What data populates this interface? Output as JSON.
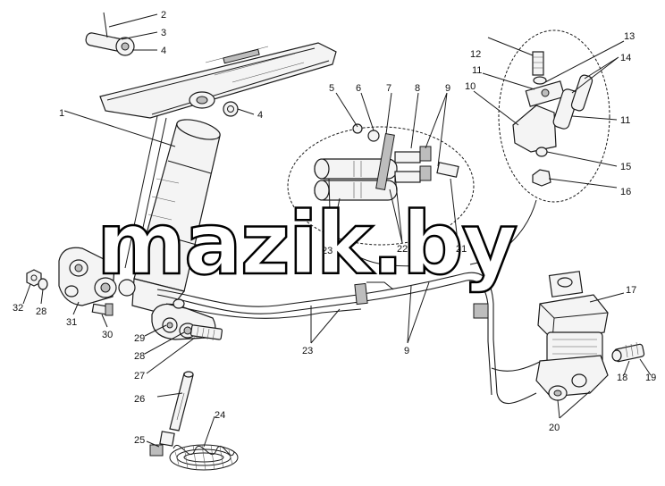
{
  "watermark": "mazik.by",
  "callouts": [
    {
      "id": "c1",
      "text": "1"
    },
    {
      "id": "c2",
      "text": "2"
    },
    {
      "id": "c3",
      "text": "3"
    },
    {
      "id": "c4a",
      "text": "4"
    },
    {
      "id": "c4b",
      "text": "4"
    },
    {
      "id": "c5",
      "text": "5"
    },
    {
      "id": "c6",
      "text": "6"
    },
    {
      "id": "c7",
      "text": "7"
    },
    {
      "id": "c8",
      "text": "8"
    },
    {
      "id": "c9a",
      "text": "9"
    },
    {
      "id": "c9b",
      "text": "9"
    },
    {
      "id": "c10",
      "text": "10"
    },
    {
      "id": "c11a",
      "text": "11"
    },
    {
      "id": "c11b",
      "text": "11"
    },
    {
      "id": "c12",
      "text": "12"
    },
    {
      "id": "c13",
      "text": "13"
    },
    {
      "id": "c14",
      "text": "14"
    },
    {
      "id": "c15",
      "text": "15"
    },
    {
      "id": "c16",
      "text": "16"
    },
    {
      "id": "c17",
      "text": "17"
    },
    {
      "id": "c18",
      "text": "18"
    },
    {
      "id": "c19",
      "text": "19"
    },
    {
      "id": "c20",
      "text": "20"
    },
    {
      "id": "c21",
      "text": "21"
    },
    {
      "id": "c22",
      "text": "22"
    },
    {
      "id": "c23a",
      "text": "23"
    },
    {
      "id": "c23b",
      "text": "23"
    },
    {
      "id": "c24",
      "text": "24"
    },
    {
      "id": "c25",
      "text": "25"
    },
    {
      "id": "c26",
      "text": "26"
    },
    {
      "id": "c27",
      "text": "27"
    },
    {
      "id": "c28a",
      "text": "28"
    },
    {
      "id": "c28b",
      "text": "28"
    },
    {
      "id": "c29",
      "text": "29"
    },
    {
      "id": "c30",
      "text": "30"
    },
    {
      "id": "c31",
      "text": "31"
    },
    {
      "id": "c32",
      "text": "32"
    }
  ]
}
